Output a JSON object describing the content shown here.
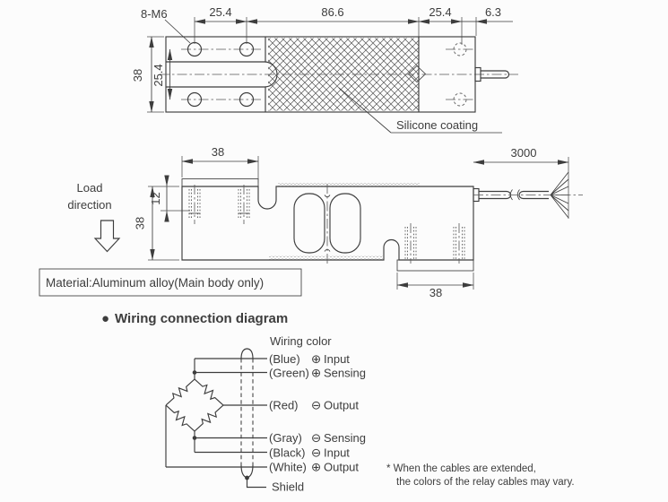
{
  "colors": {
    "line": "#3d3d3d",
    "background": "#fcfcfc",
    "hatch": "#555555"
  },
  "top_view": {
    "thread_callout": "8-M6",
    "dim_left_pitch": "25.4",
    "dim_center_length": "86.6",
    "dim_right_pitch": "25.4",
    "dim_cable_boss": "6.3",
    "dim_body_width": "38",
    "dim_hole_spacing": "25.4",
    "coating_callout": "Silicone coating"
  },
  "side_view": {
    "dim_top_mount_width": "38",
    "dim_thread_depth": "12",
    "dim_body_height": "38",
    "dim_cable_length": "3000",
    "dim_bottom_mount_width": "38",
    "load_direction": {
      "line1": "Load",
      "line2": "direction"
    },
    "material_note": "Material:Aluminum alloy(Main body only)"
  },
  "wiring_diagram": {
    "bullet_icon": "●",
    "title": "Wiring connection diagram",
    "column_heading": "Wiring color",
    "rows": [
      {
        "color": "(Blue)",
        "symbol": "⊕",
        "signal": "Input"
      },
      {
        "color": "(Green)",
        "symbol": "⊕",
        "signal": "Sensing"
      },
      {
        "color": "(Red)",
        "symbol": "⊖",
        "signal": "Output"
      },
      {
        "color": "(Gray)",
        "symbol": "⊖",
        "signal": "Sensing"
      },
      {
        "color": "(Black)",
        "symbol": "⊖",
        "signal": "Input"
      },
      {
        "color": "(White)",
        "symbol": "⊕",
        "signal": "Output"
      }
    ],
    "shield_label": "Shield",
    "footnote": {
      "line1": "* When the cables are extended,",
      "line2": "the colors of the relay cables may vary."
    }
  }
}
